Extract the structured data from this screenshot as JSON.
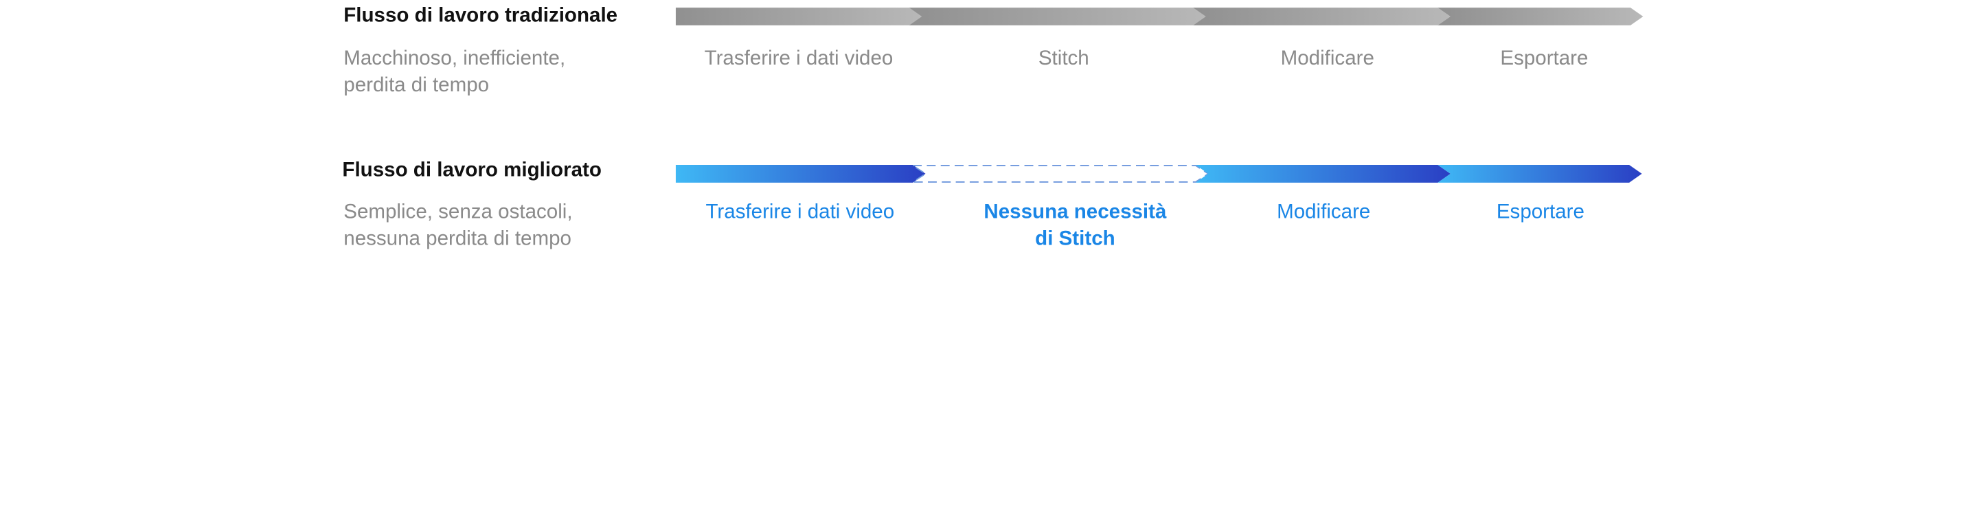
{
  "traditional": {
    "title": "Flusso di lavoro tradizionale",
    "desc_line1": "Macchinoso, inefficiente,",
    "desc_line2": "perdita di tempo",
    "steps": [
      "Trasferire i dati video",
      "Stitch",
      "Modificare",
      "Esportare"
    ]
  },
  "improved": {
    "title": "Flusso di lavoro migliorato",
    "desc_line1": "Semplice, senza ostacoli,",
    "desc_line2": "nessuna perdita di tempo",
    "steps": [
      "Trasferire i dati video",
      "Nessuna necessità",
      "di Stitch",
      "Modificare",
      "Esportare"
    ]
  },
  "colors": {
    "gray_dark": "#909090",
    "gray_light": "#b8b8b8",
    "blue_light": "#3fb8f5",
    "blue_dark": "#2a3fc4",
    "label_blue": "#1a86e6",
    "label_gray": "#8a8a8a"
  }
}
